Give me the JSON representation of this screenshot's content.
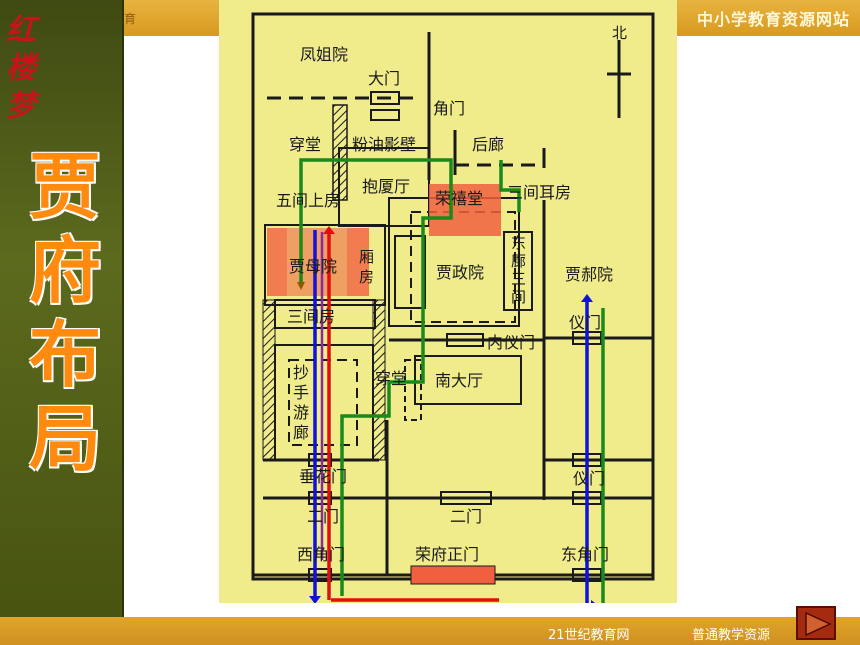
{
  "header": {
    "left_text": "育",
    "right_text": "中小学教育资源网站"
  },
  "sidebar": {
    "logo": "红楼梦",
    "title": "贾府布局"
  },
  "footer": {
    "left_text": "21世纪教育网",
    "right_text": "普通教学资源"
  },
  "map": {
    "north": "北",
    "labels": {
      "fengjie": "凤姐院",
      "damen": "大门",
      "jiaomen": "角门",
      "chuantang1": "穿堂",
      "fenyou": "粉油影壁",
      "houlang": "后廊",
      "baoxia": "抱厦厅",
      "rongxi": "荣禧堂",
      "sanjian_erfang": "三间耳房",
      "wujian": "五间上房",
      "jiamu": "贾母院",
      "xiang": "厢",
      "fang": "房",
      "jiazheng": "贾政院",
      "dong": "东",
      "lang": "廊",
      "san": "三",
      "jian": "间",
      "jiashe": "贾郝院",
      "yimen1": "仪门",
      "sanjianfang": "三间房",
      "neiyimen": "内仪门",
      "chao": "抄",
      "shou": "手",
      "you": "游",
      "lang2": "廊",
      "chuantang2": "穿堂",
      "nandating": "南大厅",
      "chuihua": "垂花门",
      "yimen2": "仪门",
      "ermen1": "二门",
      "ermen2": "二门",
      "xijiao": "西角门",
      "rongfu": "荣府正门",
      "dongjiao": "东角门"
    }
  },
  "colors": {
    "map_bg": "#f0ec8c",
    "route_green": "#1a8a1a",
    "route_blue": "#1010e0",
    "route_red": "#e01010",
    "route_purple": "#8a2aa0",
    "highlight": "#f06040",
    "title_orange": "#ff8a10"
  },
  "icons": {
    "nav": "next-arrow-icon"
  }
}
